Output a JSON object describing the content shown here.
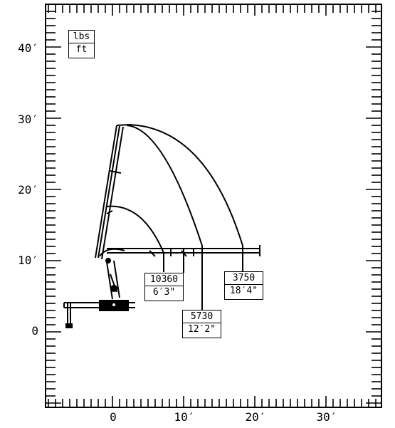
{
  "units_box": {
    "load_unit": "lbs",
    "distance_unit": "ft"
  },
  "y_axis": {
    "tick_labels": [
      "40′",
      "30′",
      "20′",
      "10′",
      "0"
    ]
  },
  "x_axis": {
    "tick_labels": [
      "0",
      "10′",
      "20′",
      "30′"
    ]
  },
  "load_points": [
    {
      "load": "10360",
      "radius": "6′3\""
    },
    {
      "load": "5730",
      "radius": "12′2\""
    },
    {
      "load": "3750",
      "radius": "18′4\""
    }
  ],
  "colors": {
    "ink": "#000000",
    "background": "#ffffff"
  }
}
